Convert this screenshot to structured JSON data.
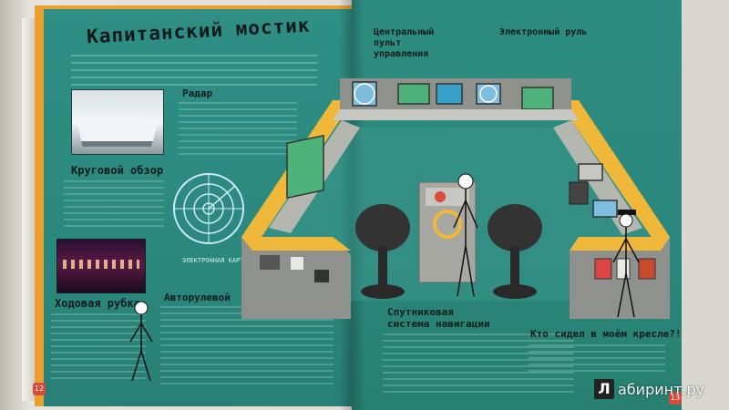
{
  "colors": {
    "page_teal": "#2b887d",
    "orange_border": "#e8a030",
    "console_yellow": "#f0b83a",
    "console_gray": "#9a9a94",
    "screen_green": "#4db37a",
    "page_number_red": "#d84a3a"
  },
  "left_page": {
    "title": "Капитанский мостик",
    "labels": {
      "radar": "Радар",
      "circular_view": "Круговой обзор",
      "wheelhouse": "Ходовая рубка",
      "autopilot": "Авторулевой",
      "pointer_note": "ЭЛЕКТРОННАЯ КАРТА"
    },
    "page_number": "12"
  },
  "right_page": {
    "labels": {
      "central_console": "Центральный пульт управления",
      "electronic_helm": "Электронный руль",
      "satellite_nav": "Спутниковая система навигации",
      "who_sat": "Кто сидел в моём кресле?!"
    },
    "page_number": "13"
  },
  "watermark": {
    "logo_letter": "Л",
    "text": "абиринт.ру"
  }
}
